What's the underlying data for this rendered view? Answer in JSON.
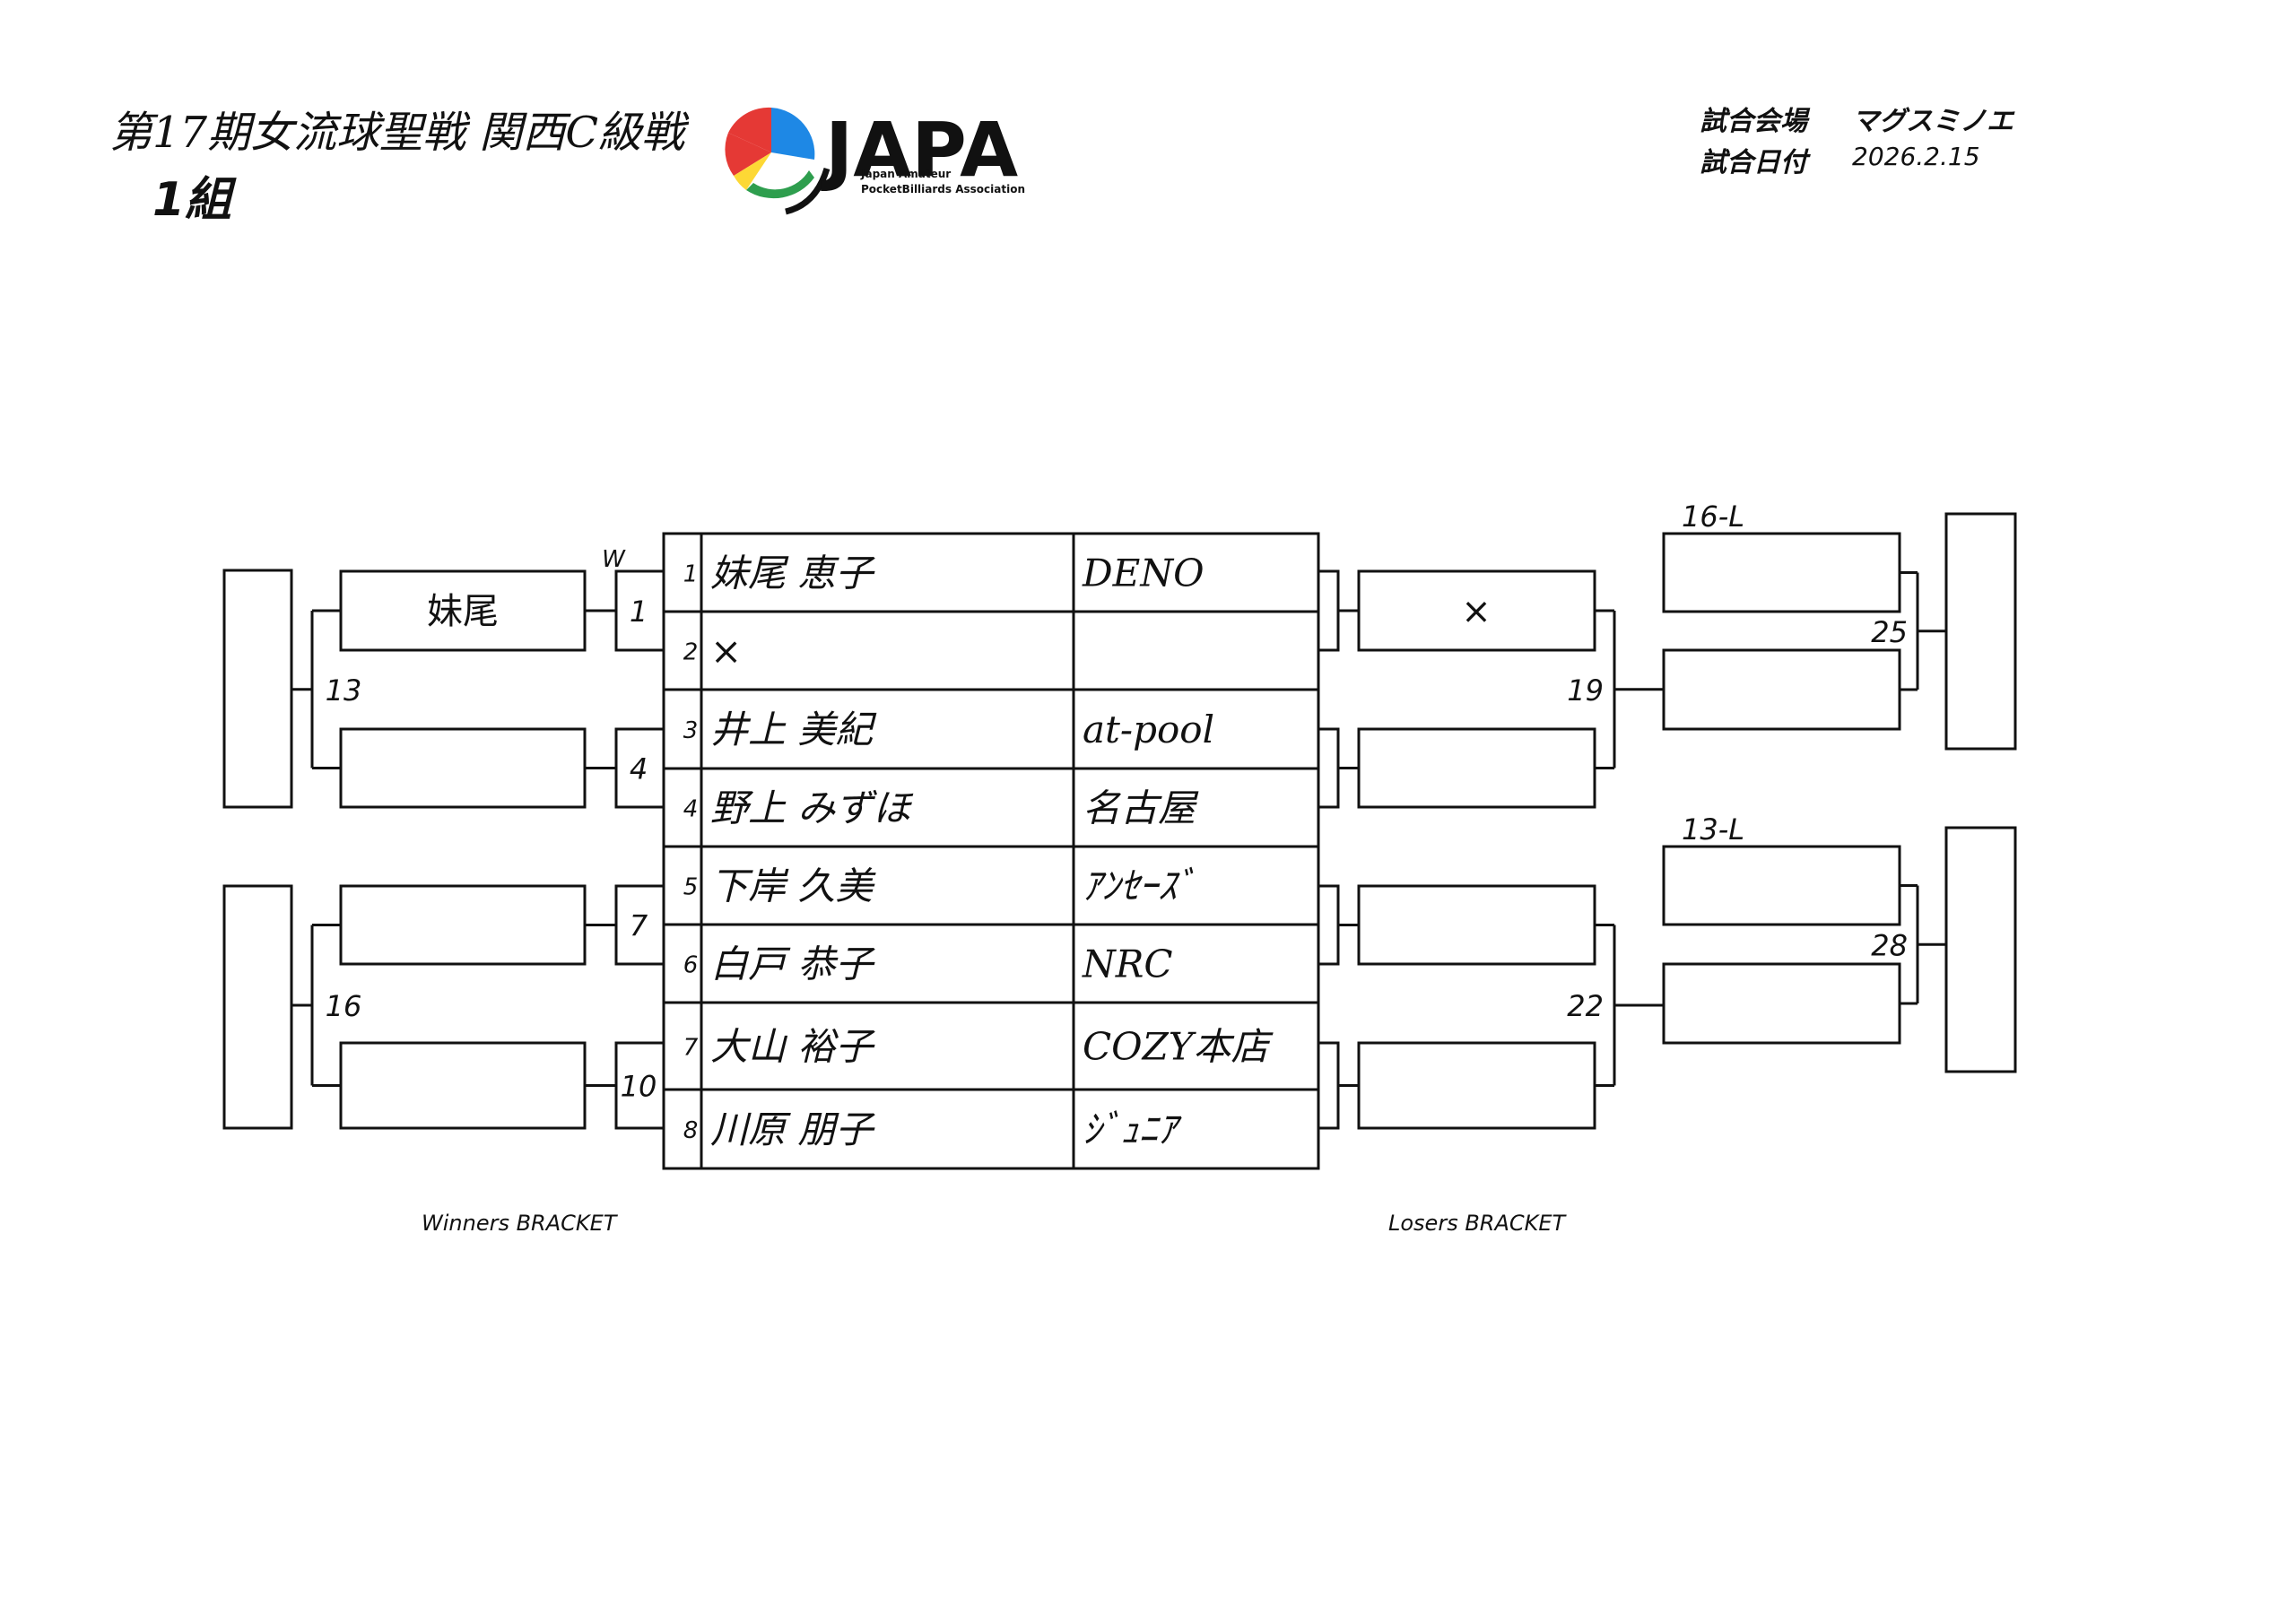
{
  "header": {
    "title_line1": "第17期女流球聖戦 関西C級戦",
    "title_line2": "1組",
    "venue_label": "試合会場",
    "venue_value": "マグスミノエ",
    "date_label": "試合日付",
    "date_value": "2026.2.15"
  },
  "logo": {
    "wordmark": "JAPA",
    "line1": "Japan Amateur",
    "line2": "PocketBilliards Association"
  },
  "players": [
    {
      "seed": "1",
      "name": "妹尾 恵子",
      "club": "DENO"
    },
    {
      "seed": "2",
      "name": "×",
      "club": ""
    },
    {
      "seed": "3",
      "name": "井上 美紀",
      "club": "at-pool"
    },
    {
      "seed": "4",
      "name": "野上 みずほ",
      "club": "名古屋"
    },
    {
      "seed": "5",
      "name": "下岸 久美",
      "club": "ｱﾝｾｰｽﾞ"
    },
    {
      "seed": "6",
      "name": "白戸 恭子",
      "club": "NRC"
    },
    {
      "seed": "7",
      "name": "大山 裕子",
      "club": "COZY本店"
    },
    {
      "seed": "8",
      "name": "川原 朋子",
      "club": "ｼﾞｭﾆｱ"
    }
  ],
  "winners": {
    "w_marker": "W",
    "first_round_matches": [
      "1",
      "4",
      "7",
      "10"
    ],
    "first_round_results": [
      "妹尾",
      "",
      "",
      ""
    ],
    "second_round_matches": [
      "13",
      "16"
    ],
    "label": "Winners BRACKET"
  },
  "losers": {
    "first_round_results": [
      "×",
      "",
      "",
      ""
    ],
    "second_round_matches": [
      "19",
      "22"
    ],
    "drop_in_labels": [
      "16-L",
      "13-L"
    ],
    "third_round_matches": [
      "25",
      "28"
    ],
    "label": "Losers BRACKET"
  }
}
